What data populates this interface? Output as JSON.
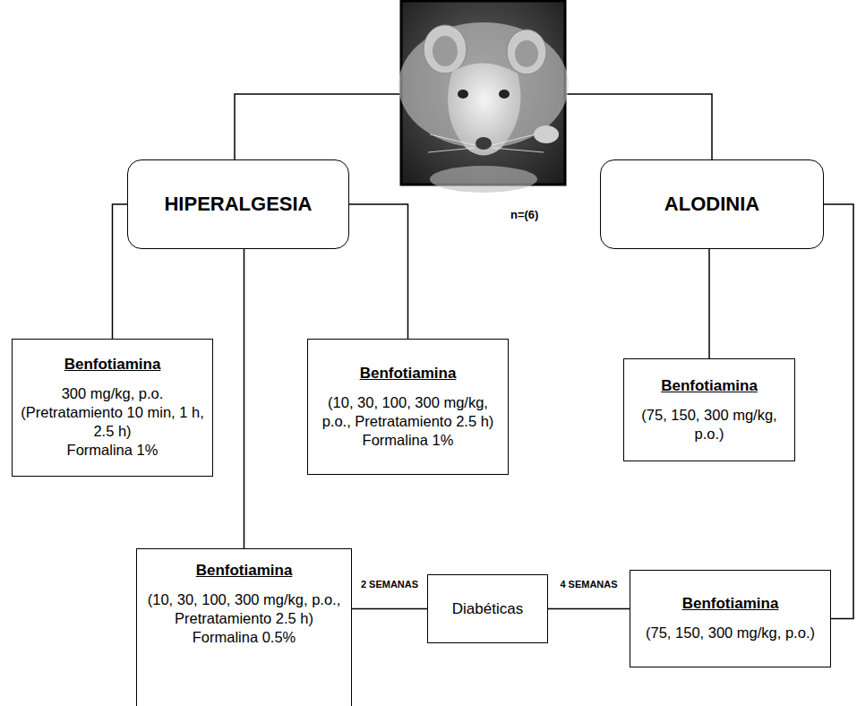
{
  "diagram": {
    "nodes": [
      {
        "text": [
          "HIPERALGESIA"
        ]
      },
      {
        "text": [
          "ALODINIA"
        ]
      },
      {
        "text": [
          "Benfotiamina",
          "300 mg/kg, p.o. (Pretratamiento 10 min, 1 h, 2.5 h)",
          "Formalina 1%"
        ]
      },
      {
        "text": [
          "Benfotiamina",
          "(10, 30, 100, 300 mg/kg, p.o., Pretratamiento 2.5 h)",
          "Formalina 1%"
        ]
      },
      {
        "text": [
          "Benfotiamina",
          "(75, 150, 300 mg/kg, p.o.)"
        ]
      },
      {
        "text": [
          "Benfotiamina",
          "(10, 30, 100, 300 mg/kg, p.o., Pretratamiento 2.5 h)",
          "Formalina 0.5%"
        ]
      },
      {
        "text": [
          "Diabéticas"
        ]
      },
      {
        "text": [
          "Benfotiamina",
          "(75, 150, 300 mg/kg, p.o.)"
        ]
      }
    ],
    "edges": [
      {
        "from": 0,
        "to": 2,
        "arrow": "none"
      },
      {
        "from": 0,
        "to": 3,
        "arrow": "none"
      },
      {
        "from": 0,
        "to": 5,
        "arrow": "none"
      },
      {
        "from": 1,
        "to": 4,
        "arrow": "none"
      },
      {
        "from": 1,
        "to": 7,
        "arrow": "none"
      },
      {
        "from": 5,
        "to": 6,
        "label": "2 SEMANAS",
        "arrow": "none"
      },
      {
        "from": 6,
        "to": 7,
        "label": "4 SEMANAS",
        "arrow": "none"
      }
    ],
    "labels": [
      "n=(6)"
    ]
  }
}
